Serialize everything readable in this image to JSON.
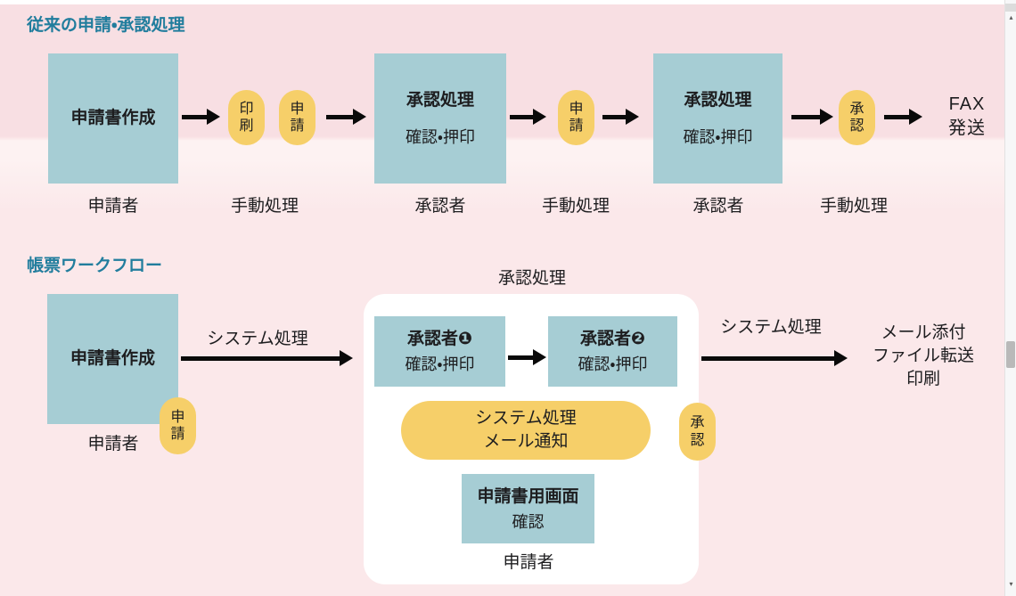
{
  "colors": {
    "section_title": "#217d9d",
    "process_box": "#a6cdd4",
    "manual_oval": "#f6cf69",
    "background_top_band": "#f8dfe3",
    "background_bottom": "#fbe8ea",
    "arrow": "#0a0a0a",
    "group_panel": "#ffffff"
  },
  "legacy": {
    "title": "従来の申請・承認処理",
    "create": {
      "label": "申請書作成",
      "role": "申請者"
    },
    "manual1": {
      "oval1": "印刷",
      "oval2": "申請",
      "role": "手動処理"
    },
    "approve1": {
      "title": "承認処理",
      "sub": "確認・押印",
      "role": "承認者"
    },
    "manual2": {
      "oval": "申請",
      "role": "手動処理"
    },
    "approve2": {
      "title": "承認処理",
      "sub": "確認・押印",
      "role": "承認者"
    },
    "manual3": {
      "oval": "承認",
      "role": "手動処理"
    },
    "fax": {
      "line1": "FAX",
      "line2": "発送"
    }
  },
  "workflow": {
    "title": "帳票ワークフロー",
    "create": {
      "label": "申請書作成",
      "role": "申請者",
      "oval": "申請"
    },
    "arrow_left_label": "システム処理",
    "group": {
      "title": "承認処理",
      "approver1": {
        "title": "承認者❶",
        "sub": "確認・押印"
      },
      "approver2": {
        "title": "承認者❷",
        "sub": "確認・押印"
      },
      "system_pill": {
        "line1": "システム処理",
        "line2": "メール通知"
      },
      "approve_oval": "承認",
      "screen": {
        "title": "申請書用画面",
        "sub": "確認"
      },
      "role": "申請者"
    },
    "arrow_right_label": "システム処理",
    "output": {
      "line1": "メール添付",
      "line2": "ファイル転送",
      "line3": "印刷"
    }
  },
  "scrollbar": {
    "up_icon": "▴",
    "down_icon": "▾"
  }
}
